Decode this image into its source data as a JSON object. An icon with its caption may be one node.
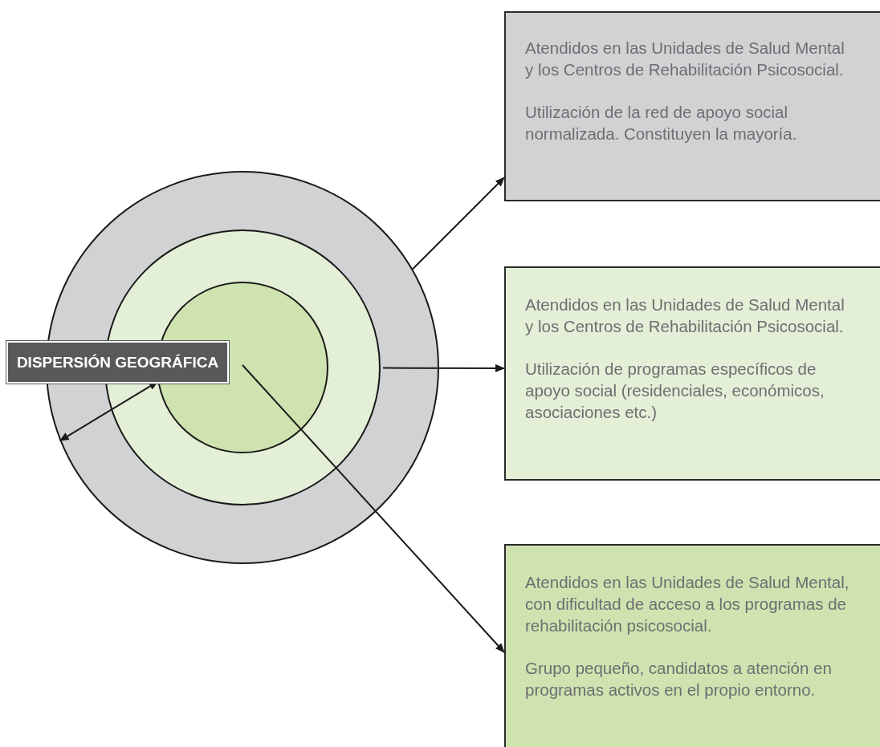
{
  "diagram": {
    "nodes": [
      {
        "text": [],
        "shape": "circle"
      },
      {
        "text": [],
        "shape": "circle",
        "in": 0
      },
      {
        "text": [],
        "shape": "circle",
        "in": 1
      },
      {
        "text": [
          "DISPERSIÓN GEOGRÁFICA"
        ]
      },
      {
        "text": [
          "Atendidos en las Unidades de Salud Mental y los Centros de Rehabilitación Psicosocial.",
          "Utilización de la red de apoyo social normalizada. Constituyen la mayoría."
        ]
      },
      {
        "text": [
          "Atendidos en las Unidades de Salud Mental y los Centros de Rehabilitación Psicosocial.",
          "Utilización de programas específicos de apoyo social (residenciales, económicos, asociaciones  etc.)"
        ]
      },
      {
        "text": [
          "Atendidos en las Unidades de Salud Mental, con dificultad de acceso a los programas de rehabilitación psicosocial.",
          "Grupo pequeño, candidatos a atención en programas activos en el propio entorno."
        ]
      }
    ],
    "edges": [
      {
        "from": 0,
        "to": 4,
        "arrow": "to"
      },
      {
        "from": 1,
        "to": 5,
        "arrow": "to"
      },
      {
        "from": 2,
        "to": 6,
        "arrow": "to"
      },
      {
        "from": 0,
        "to": 2,
        "arrow": "both"
      }
    ]
  }
}
